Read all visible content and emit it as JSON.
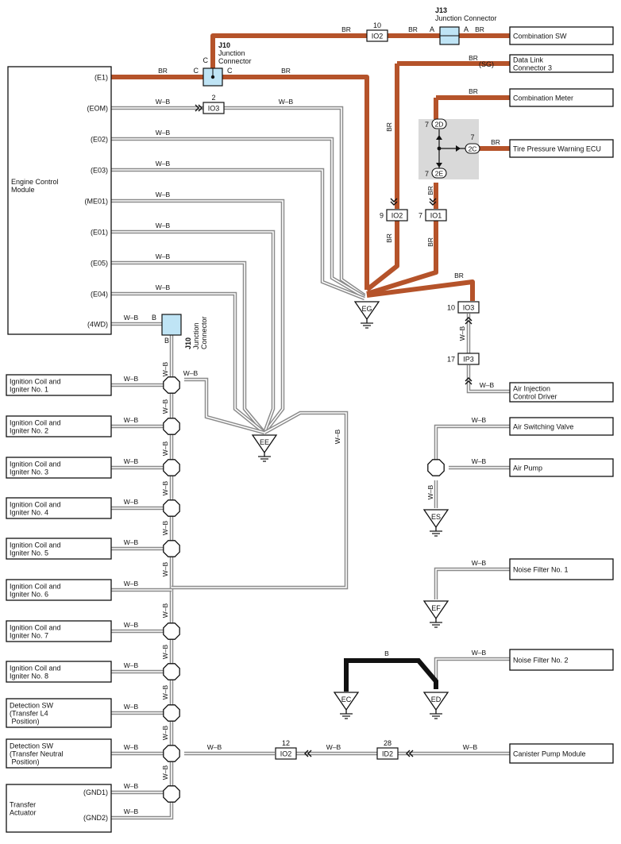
{
  "colors": {
    "br_wire": "#b5532a",
    "wb_wire": "#8a8a8a",
    "b_wire": "#111111",
    "junction_fill": "#bfe4f5",
    "splice_box": "#d9d9d9"
  },
  "wire_labels": {
    "br": "BR",
    "wb": "W–B",
    "b": "B"
  },
  "ecm": {
    "title": "Engine Control\nModule",
    "pins": [
      "(E1)",
      "(EOM)",
      "(E02)",
      "(E03)",
      "(ME01)",
      "(E01)",
      "(E05)",
      "(E04)",
      "(4WD)"
    ]
  },
  "j10_top": {
    "id": "J10",
    "name": "Junction\nConnector",
    "pin_left": "C",
    "pin_right": "C",
    "pin_top": "C"
  },
  "j13": {
    "id": "J13",
    "name": "Junction Connector",
    "pin_left": "A",
    "pin_right": "A"
  },
  "j10_lower": {
    "id": "J10",
    "name": "Junction\nConnector",
    "pin_left": "B",
    "pin_bottom": "B"
  },
  "connectors": {
    "io2_top": {
      "id": "IO2",
      "pin": "10"
    },
    "io3_eom": {
      "id": "IO3",
      "pin": "2"
    },
    "io2_right": {
      "id": "IO2",
      "pin": "9"
    },
    "io1": {
      "id": "IO1",
      "pin": "7"
    },
    "io3_lower": {
      "id": "IO3",
      "pin": "10"
    },
    "ip3": {
      "id": "IP3",
      "pin": "17"
    },
    "id2": {
      "id": "ID2",
      "pin": "28"
    },
    "io2_bottom": {
      "id": "IO2",
      "pin": "12"
    }
  },
  "splice_box": {
    "p1": "2D",
    "p2": "2E",
    "p3": "2C",
    "pin": "7"
  },
  "right_components": [
    "Combination SW",
    "Data Link\nConnector 3",
    "Combination Meter",
    "Tire Pressure Warning ECU",
    "Air Injection\nControl Driver",
    "Air Switching Valve",
    "Air Pump",
    "Noise Filter No. 1",
    "Noise Filter No. 2",
    "Canister Pump Module"
  ],
  "dlc_pin": "(SG)",
  "left_components": [
    "Ignition Coil and\nIgniter No. 1",
    "Ignition Coil and\nIgniter No. 2",
    "Ignition Coil and\nIgniter No. 3",
    "Ignition Coil and\nIgniter No. 4",
    "Ignition Coil and\nIgniter No. 5",
    "Ignition Coil and\nIgniter No. 6",
    "Ignition Coil and\nIgniter No. 7",
    "Ignition Coil and\nIgniter No. 8",
    "Detection SW\n(Transfer L4\n Position)",
    "Detection SW\n(Transfer Neutral\n Position)",
    "Transfer\nActuator"
  ],
  "transfer_pins": [
    "(GND1)",
    "(GND2)"
  ],
  "grounds": [
    "EG",
    "EE",
    "ES",
    "EF",
    "EC",
    "ED"
  ]
}
